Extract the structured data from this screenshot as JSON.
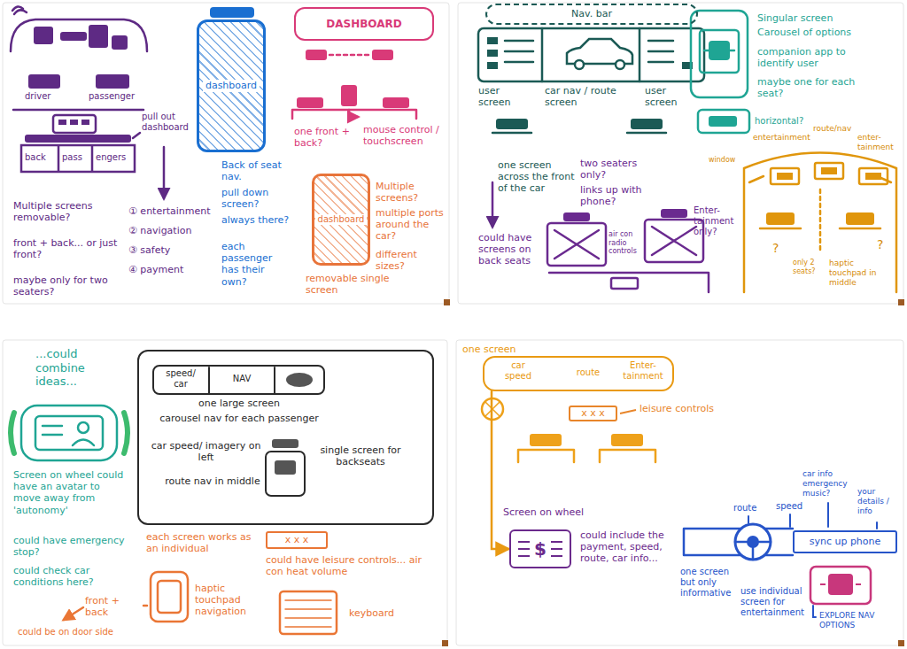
{
  "diagram": {
    "nodes": [
      {
        "text": [
          "dashboard"
        ]
      },
      {
        "text": [
          "DASHBOARD"
        ]
      },
      {
        "text": [
          "dashboard"
        ]
      },
      {
        "text": [
          "Nav. bar"
        ]
      },
      {
        "text": [
          "one large screen",
          "carousel nav for each passenger",
          "car speed/ imagery on left",
          "route nav in middle",
          "single screen for backseats"
        ]
      },
      {
        "text": [
          "speed/ car",
          "NAV"
        ],
        "in": 4
      },
      {
        "text": [
          "x x x"
        ]
      },
      {
        "text": [
          "car speed",
          "route",
          "Enter- tainment"
        ]
      },
      {
        "text": [
          "x x x"
        ]
      },
      {
        "text": [
          "$"
        ]
      },
      {
        "text": [
          "sync up phone"
        ]
      }
    ],
    "edges": [
      {
        "from": 7,
        "to": 9,
        "arrow": "to"
      }
    ],
    "labels": [
      "driver",
      "passenger",
      "back",
      "pass",
      "engers",
      "pull out dashboard",
      "Multiple screens removable?",
      "front + back... or just front?",
      "maybe only for two seaters?",
      "① entertainment",
      "② navigation",
      "③ safety",
      "④ payment",
      "Back of seat nav.",
      "pull down screen?",
      "always there?",
      "each passenger has their own?",
      "one front + back?",
      "mouse control / touchscreen",
      "Multiple screens?",
      "multiple ports around the car?",
      "different sizes?",
      "removable single screen",
      "user screen",
      "car nav / route screen",
      "user screen",
      "one screen across the front of the car",
      "could have screens on back seats",
      "two seaters only?",
      "links up with phone?",
      "air con radio controls",
      "Enter- tainment only?",
      "Singular screen",
      "Carousel of options",
      "companion app to identify user",
      "maybe one for each seat?",
      "horizontal?",
      "window",
      "entertainment",
      "route/nav",
      "enter- tainment",
      "?",
      "?",
      "only 2 seats?",
      "haptic touchpad in middle",
      "...could combine ideas...",
      "Screen on wheel could have an avatar to move away from 'autonomy'",
      "could have emergency stop?",
      "could check car conditions here?",
      "each screen works as an individual",
      "could have leisure controls... air con heat volume",
      "haptic touchpad navigation",
      "front + back",
      "could be on door side",
      "keyboard",
      "one screen",
      "leisure controls",
      "Screen on wheel",
      "could include the payment, speed, route, car info...",
      "route",
      "speed",
      "car info emergency music?",
      "your details / info",
      "one screen but only informative",
      "use individual screen for entertainment",
      "EXPLORE NAV OPTIONS"
    ]
  }
}
